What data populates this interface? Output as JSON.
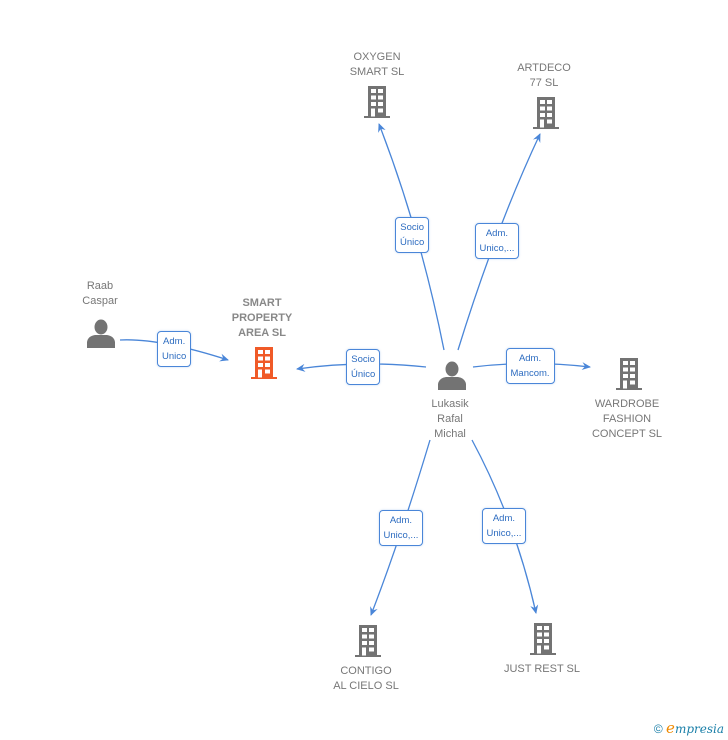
{
  "colors": {
    "edge": "#4a86d8",
    "company": "#737373",
    "company_highlight": "#f05a28",
    "person": "#737373"
  },
  "nodes": [
    {
      "id": "oxygen",
      "type": "company",
      "label": "OXYGEN\nSMART  SL"
    },
    {
      "id": "artdeco",
      "type": "company",
      "label": "ARTDECO\n77  SL"
    },
    {
      "id": "smart",
      "type": "company",
      "label": "SMART\nPROPERTY\nAREA  SL",
      "highlight": true
    },
    {
      "id": "raab",
      "type": "person",
      "label": "Raab\nCaspar"
    },
    {
      "id": "lukasik",
      "type": "person",
      "label": "Lukasik\nRafal\nMichal"
    },
    {
      "id": "wardrobe",
      "type": "company",
      "label": "WARDROBE\nFASHION\nCONCEPT  SL"
    },
    {
      "id": "contigo",
      "type": "company",
      "label": "CONTIGO\nAL CIELO  SL"
    },
    {
      "id": "justrest",
      "type": "company",
      "label": "JUST REST  SL"
    }
  ],
  "edges": [
    {
      "from": "lukasik",
      "to": "oxygen",
      "label": "Socio\nÚnico"
    },
    {
      "from": "lukasik",
      "to": "artdeco",
      "label": "Adm.\nUnico,..."
    },
    {
      "from": "raab",
      "to": "smart",
      "label": "Adm.\nUnico"
    },
    {
      "from": "lukasik",
      "to": "smart",
      "label": "Socio\nÚnico"
    },
    {
      "from": "lukasik",
      "to": "wardrobe",
      "label": "Adm.\nMancom."
    },
    {
      "from": "lukasik",
      "to": "contigo",
      "label": "Adm.\nUnico,..."
    },
    {
      "from": "lukasik",
      "to": "justrest",
      "label": "Adm.\nUnico,..."
    }
  ],
  "footer": {
    "copyright_symbol": "©",
    "brand_first": "e",
    "brand_rest": "mpresia"
  }
}
